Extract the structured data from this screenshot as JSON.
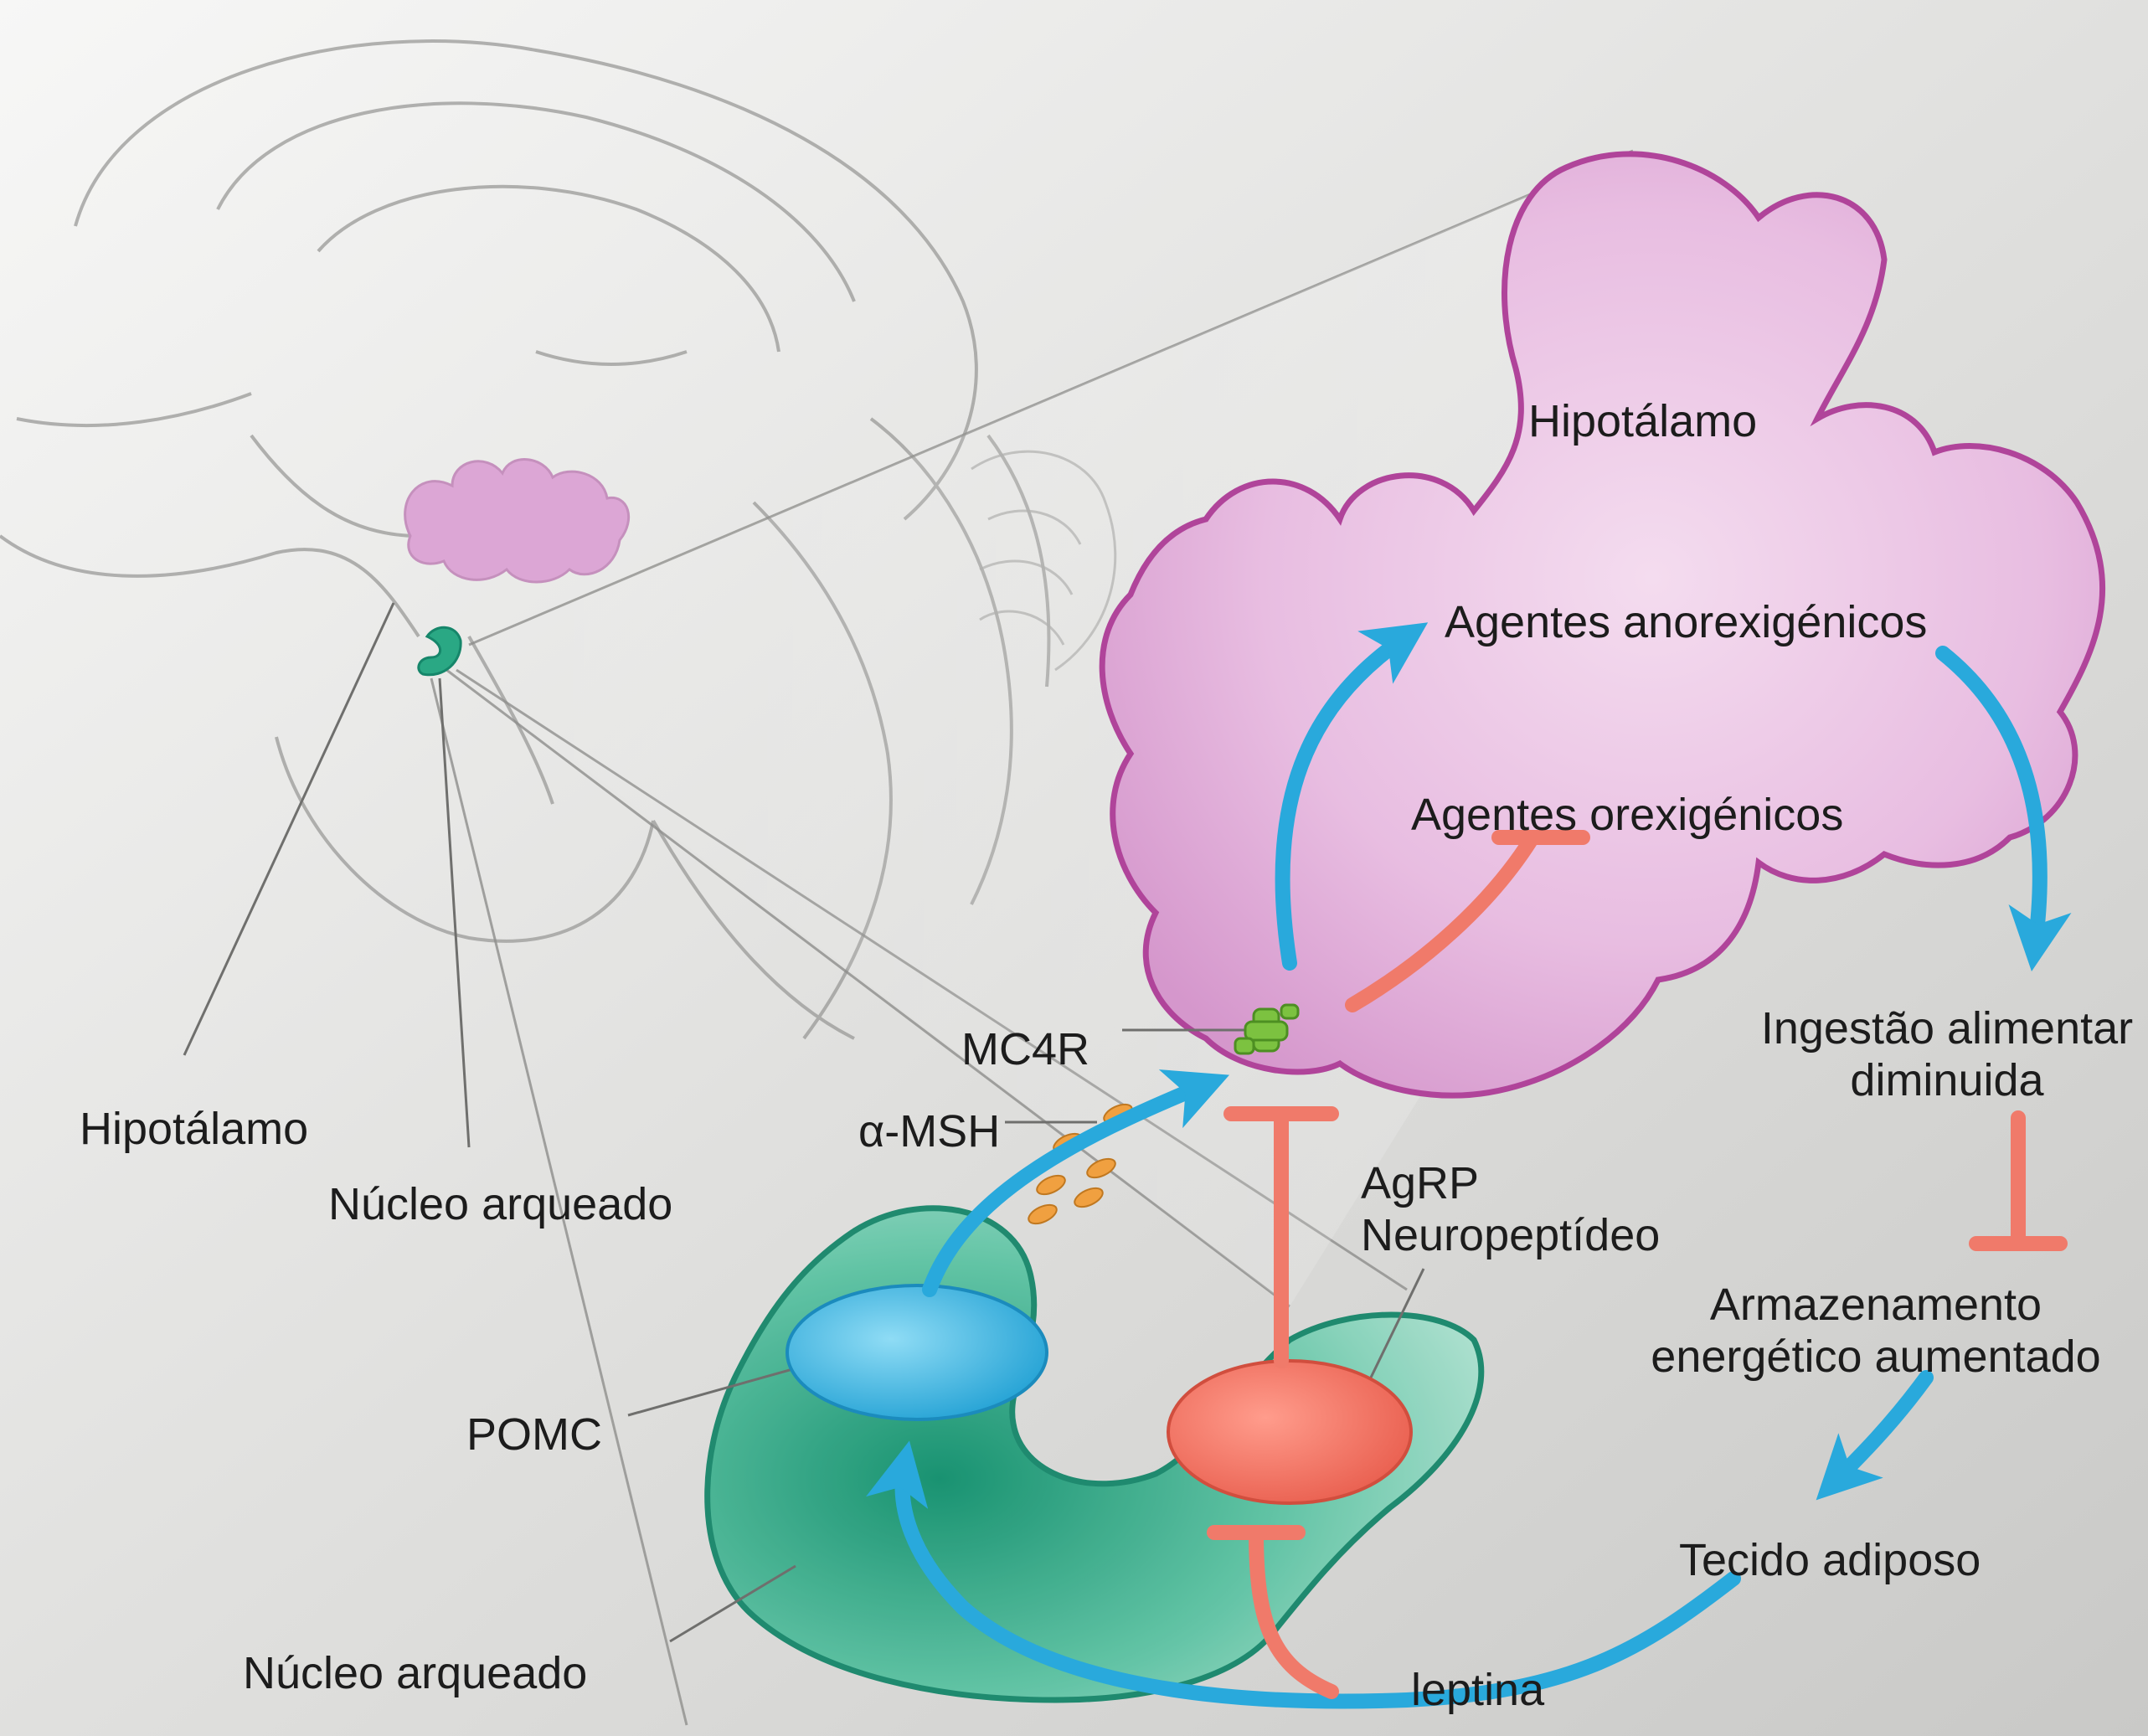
{
  "labels": {
    "hipotalamo_top": "Hipotálamo",
    "agentes_anorexigenicos": "Agentes anorexigénicos",
    "agentes_orexigenicos": "Agentes orexigénicos",
    "mc4r": "MC4R",
    "alpha_msh": "α-MSH",
    "agrp_line1": "AgRP",
    "agrp_line2": "Neuropeptídeo",
    "ingestao_line1": "Ingestão alimentar",
    "ingestao_line2": "diminuida",
    "armazenamento_line1": "Armazenamento",
    "armazenamento_line2": "energético aumentado",
    "tecido_adiposo": "Tecido adiposo",
    "leptina": "leptina",
    "pomc": "POMC",
    "nucleo_arqueado_bottom": "Núcleo arqueado",
    "hipotalamo_left": "Hipotálamo",
    "nucleo_arqueado_left": "Núcleo arqueado"
  },
  "colors": {
    "stimulation_arrow": "#29a9dc",
    "inhibition_arrow": "#f07a6a",
    "hypothalamus_fill": "#e6b8de",
    "hypothalamus_outline": "#b0449a",
    "arcuate_fill": "#2aa884",
    "arcuate_outline": "#16866a",
    "pomc_neuron": "#3cb6e2",
    "agrp_neuron": "#f37565",
    "mc4r_receptor": "#7cc240",
    "alpha_msh_granules": "#f0a040"
  }
}
